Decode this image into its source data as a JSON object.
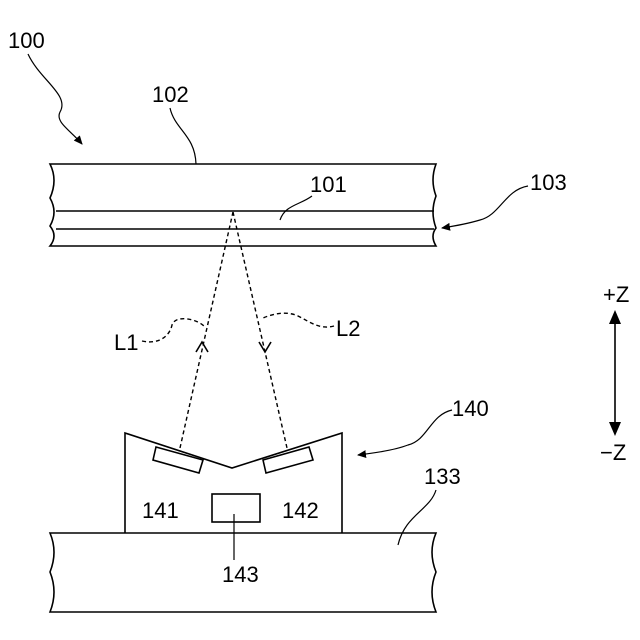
{
  "labels": {
    "device": "100",
    "upper_member": "102",
    "reflective_layer": "101",
    "layer": "103",
    "sensor_module": "140",
    "base_member": "133",
    "emitter": "141",
    "receiver": "142",
    "element": "143",
    "light_out": "L1",
    "light_return": "L2",
    "axis_plus": "+Z",
    "axis_minus": "−Z"
  }
}
